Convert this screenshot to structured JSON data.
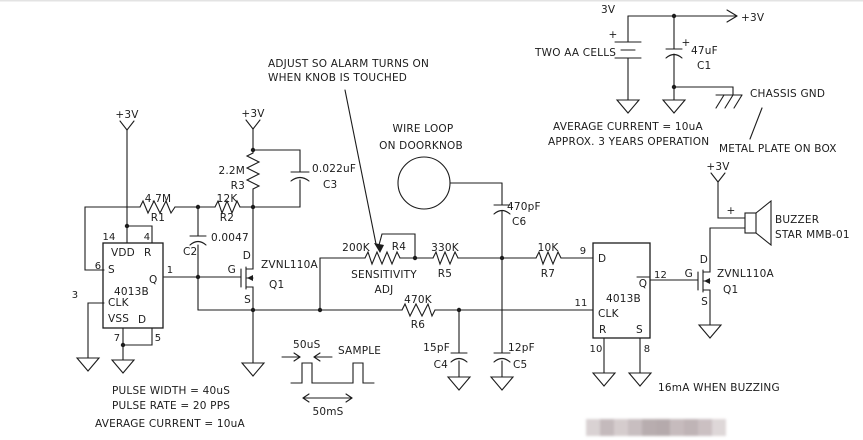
{
  "power": {
    "v3": "+3V"
  },
  "battery": {
    "voltage": "3V",
    "plus": "+",
    "label": "TWO AA CELLS"
  },
  "ic1": {
    "name": "4013B",
    "pins": {
      "vdd": "VDD",
      "r": "R",
      "s": "S",
      "q": "Q",
      "clk": "CLK",
      "vss": "VSS",
      "d": "D"
    },
    "nums": {
      "p14": "14",
      "p4": "4",
      "p6": "6",
      "p1": "1",
      "p3": "3",
      "p7": "7",
      "p5": "5"
    }
  },
  "ic2": {
    "name": "4013B",
    "pins": {
      "d": "D",
      "qbar": "Q",
      "clk": "CLK",
      "r": "R",
      "s": "S"
    },
    "nums": {
      "p9": "9",
      "p12": "12",
      "p11": "11",
      "p10": "10",
      "p8": "8"
    }
  },
  "resistors": {
    "r1": {
      "value": "4.7M",
      "ref": "R1"
    },
    "r2": {
      "value": "12K",
      "ref": "R2"
    },
    "r3": {
      "value": "2.2M",
      "ref": "R3"
    },
    "r4": {
      "value": "200K",
      "ref": "R4",
      "adj1": "SENSITIVITY",
      "adj2": "ADJ"
    },
    "r5": {
      "value": "330K",
      "ref": "R5"
    },
    "r6": {
      "value": "470K",
      "ref": "R6"
    },
    "r7": {
      "value": "10K",
      "ref": "R7"
    }
  },
  "capacitors": {
    "c1": {
      "value": "47uF",
      "ref": "C1",
      "polarity": "+"
    },
    "c2": {
      "value": "0.0047",
      "ref": "C2"
    },
    "c3": {
      "value": "0.022uF",
      "ref": "C3"
    },
    "c4": {
      "value": "15pF",
      "ref": "C4"
    },
    "c5": {
      "value": "12pF",
      "ref": "C5"
    },
    "c6": {
      "value": "470pF",
      "ref": "C6"
    }
  },
  "transistors": {
    "q1a": {
      "part": "ZVNL110A",
      "ref": "Q1",
      "d": "D",
      "g": "G",
      "s": "S"
    },
    "q1b": {
      "part": "ZVNL110A",
      "ref": "Q1",
      "d": "D",
      "g": "G",
      "s": "S"
    }
  },
  "buzzer": {
    "plus": "+",
    "name": "BUZZER",
    "model": "STAR MMB-01"
  },
  "notes": {
    "adjust1": "ADJUST SO ALARM TURNS ON",
    "adjust2": "WHEN KNOB IS TOUCHED",
    "loop1": "WIRE LOOP",
    "loop2": "ON DOORKNOB",
    "chassis_gnd": "CHASSIS GND",
    "metal_plate": "METAL PLATE ON BOX",
    "avg_current_supply": "AVERAGE CURRENT = 10uA",
    "operation": "APPROX. 3 YEARS OPERATION",
    "pulse_width": "PULSE WIDTH = 40uS",
    "pulse_rate": "PULSE RATE = 20 PPS",
    "avg_current_circuit": "AVERAGE CURRENT = 10uA",
    "buzzing": "16mA WHEN BUZZING"
  },
  "sample": {
    "pulse_width": "50uS",
    "label": "SAMPLE",
    "period": "50mS"
  },
  "colors": {
    "ink": "#1c1c1c",
    "background": "#ffffff",
    "watermark": [
      "#d9d2d3",
      "#c4babc",
      "#d5cccd",
      "#c8bec0",
      "#b8adaf",
      "#b5aaac",
      "#c6bbbd",
      "#bfb4b6",
      "#cbc0c2",
      "#ded7d8"
    ]
  }
}
